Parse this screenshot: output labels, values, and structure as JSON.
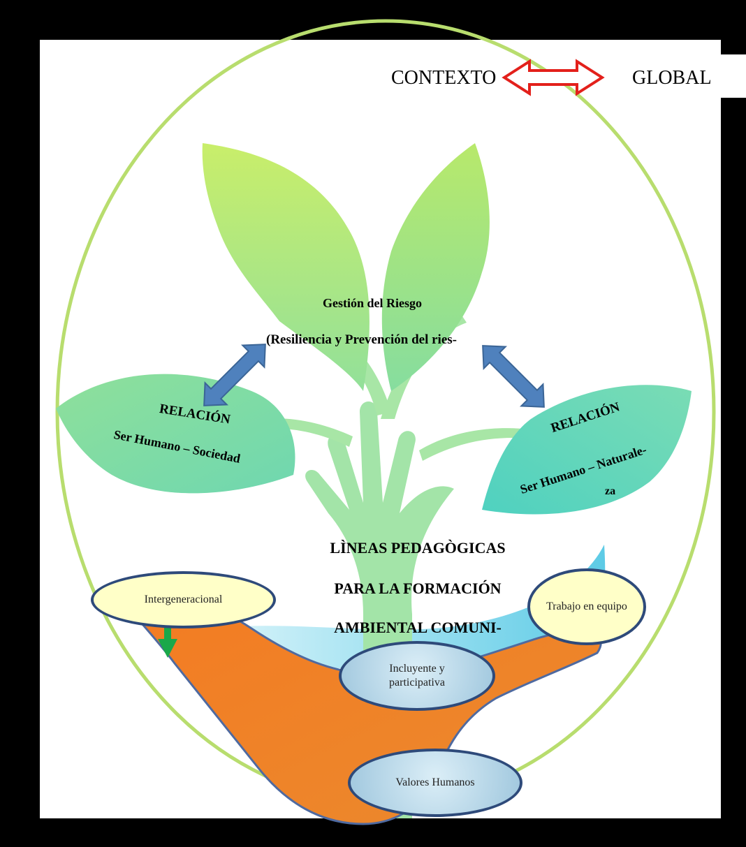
{
  "context": {
    "left_label": "CONTEXTO",
    "right_label": "GLOBAL"
  },
  "center_top": {
    "title": "Gestión del Riesgo",
    "subtitle": "(Resiliencia y Prevención del ries-"
  },
  "left_leaf": {
    "title": "RELACIÓN",
    "subtitle": "Ser Humano – Sociedad"
  },
  "right_leaf": {
    "title": "RELACIÓN",
    "subtitle": "Ser Humano – Naturale-",
    "subtitle2": "za"
  },
  "main_title": {
    "line1": "LÌNEAS PEDAGÒGICAS",
    "line2": "PARA LA FORMACIÓN",
    "line3": "AMBIENTAL COMUNI-"
  },
  "nodes": {
    "intergeneracional": "Intergeneracional",
    "trabajo": "Trabajo en equipo",
    "incluyente": "Incluyente y participativa",
    "valores": "Valores Humanos"
  },
  "colors": {
    "frame": "#000000",
    "background": "#ffffff",
    "circle_outline": "#b5d96a",
    "leaf_light": "#c4ec6a",
    "leaf_mid": "#9be08a",
    "leaf_teal": "#5fd6b0",
    "hand_orange": "#f07f27",
    "water_blue": "#7fd6ee",
    "stem_green": "#9fe3a6",
    "double_arrow": "#4f81bd",
    "red_arrow": "#e3201b",
    "green_arrow": "#1aa84a",
    "yellow_node": "#ffffc8",
    "blue_node": "#b9d7e8",
    "node_border": "#2e4a7a"
  }
}
